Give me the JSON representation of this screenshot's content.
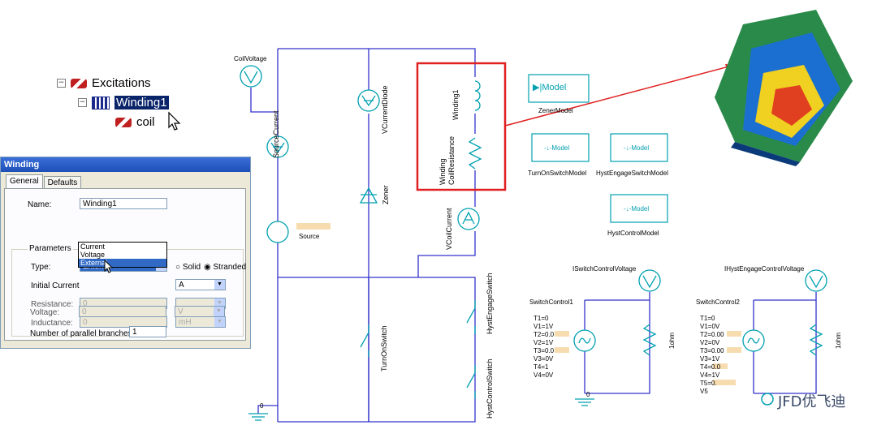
{
  "tree": {
    "excitations": "Excitations",
    "winding1": "Winding1",
    "coil": "coil"
  },
  "dialog": {
    "title": "Winding",
    "tabs": [
      "General",
      "Defaults"
    ],
    "name_label": "Name:",
    "name_value": "Winding1",
    "parameters_label": "Parameters",
    "type_label": "Type:",
    "type_value": "External",
    "solid_label": "Solid",
    "stranded_label": "Stranded",
    "type_options": [
      "Current",
      "Voltage",
      "External"
    ],
    "initial_current_label": "Initial Current",
    "initial_current_unit": "A",
    "resistance_label": "Resistance:",
    "resistance_value": "0",
    "inductance_label": "Inductance:",
    "inductance_value": "0",
    "inductance_unit": "mH",
    "voltage_label": "Voltage:",
    "voltage_value": "0",
    "voltage_unit": "V",
    "branches_label": "Number of parallel branches:",
    "branches_value": "1"
  },
  "schematic": {
    "coil_voltage": "CoilVoltage",
    "source_current": "SourceCurrent",
    "source": "Source",
    "v_current_diode": "VCurrentDiode",
    "zener": "Zener",
    "winding1": "Winding1",
    "winding_coil_resistance_1": "Winding",
    "winding_coil_resistance_2": "CoilResistance",
    "v_coil_current": "VCoilCurrent",
    "turn_on_switch": "TurnOnSwitch",
    "hyst_engage_switch": "HystEngageSwitch",
    "hyst_control_switch": "HystControlSwitch",
    "ground_zero": "0",
    "zener_model": "ZenerModel",
    "zener_model_box": "Model",
    "turn_on_switch_model": "TurnOnSwitchModel",
    "hyst_engage_switch_model": "HystEngageSwitchModel",
    "hyst_control_model": "HystControlModel",
    "switch_model_box": "Model",
    "i_switch_control_voltage": "ISwitchControlVoltage",
    "i_hyst_engage_control_voltage": "IHystEngageControlVoltage",
    "switch_control1": "SwitchControl1",
    "switch_control2": "SwitchControl2",
    "sc1_params": [
      "T1=0",
      "V1=1V",
      "T2=0.0",
      "V2=1V",
      "T3=0.0",
      "V3=0V",
      "T4=1",
      "V4=0V"
    ],
    "sc2_params": [
      "T1=0",
      "V1=0V",
      "T2=0.00",
      "V2=0V",
      "T3=0.00",
      "V3=1V",
      "T4=0.0",
      "V4=1V",
      "T5=0.",
      "V5"
    ],
    "resistor_1ohm": "1ohm",
    "watermark": "JFD优飞迪"
  },
  "colors": {
    "wire": "#3333cc",
    "component": "#00a0b0",
    "highlight": "#e02020",
    "arrow": "#e02020"
  }
}
